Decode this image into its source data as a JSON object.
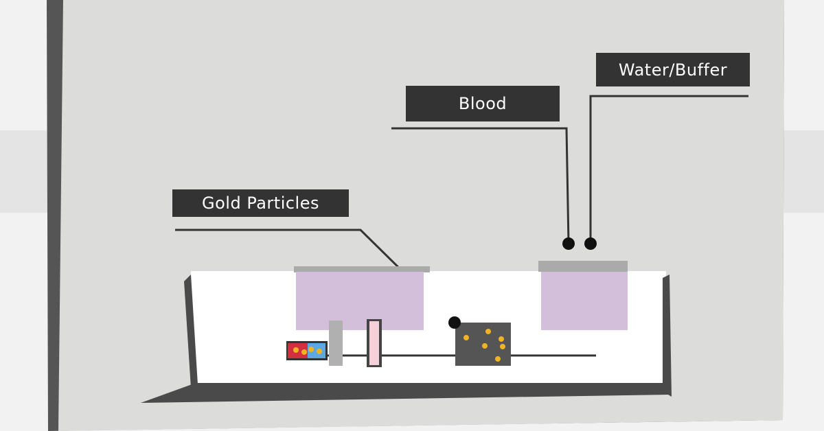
{
  "labels": {
    "gold": "Gold Particles",
    "blood": "Blood",
    "water": "Water/Buffer"
  },
  "colors": {
    "background": "#dadada",
    "label_bg": "#333333",
    "pad": "#d3bfd9",
    "gold_dot": "#f0b323",
    "dark": "#4a4a4a"
  }
}
